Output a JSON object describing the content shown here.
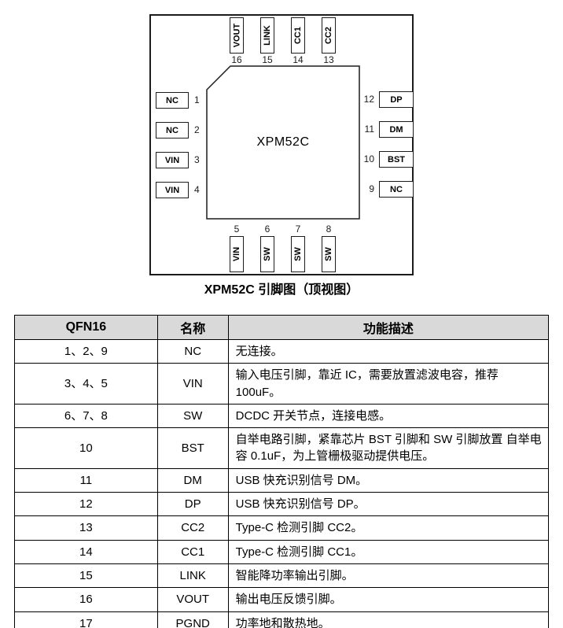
{
  "colors": {
    "table_header_bg": "#d9d9d9",
    "line": "#1c1c1c"
  },
  "diagram": {
    "chip_label": "XPM52C",
    "caption": "XPM52C 引脚图（顶视图）",
    "pins": {
      "top": [
        {
          "num": "16",
          "name": "VOUT"
        },
        {
          "num": "15",
          "name": "LINK"
        },
        {
          "num": "14",
          "name": "CC1"
        },
        {
          "num": "13",
          "name": "CC2"
        }
      ],
      "left": [
        {
          "num": "1",
          "name": "NC"
        },
        {
          "num": "2",
          "name": "NC"
        },
        {
          "num": "3",
          "name": "VIN"
        },
        {
          "num": "4",
          "name": "VIN"
        }
      ],
      "right": [
        {
          "num": "12",
          "name": "DP"
        },
        {
          "num": "11",
          "name": "DM"
        },
        {
          "num": "10",
          "name": "BST"
        },
        {
          "num": "9",
          "name": "NC"
        }
      ],
      "bottom": [
        {
          "num": "5",
          "name": "VIN"
        },
        {
          "num": "6",
          "name": "SW"
        },
        {
          "num": "7",
          "name": "SW"
        },
        {
          "num": "8",
          "name": "SW"
        }
      ]
    }
  },
  "table": {
    "headers": [
      "QFN16",
      "名称",
      "功能描述"
    ],
    "rows": [
      {
        "pins": "1、2、9",
        "name": "NC",
        "desc": "无连接。"
      },
      {
        "pins": "3、4、5",
        "name": "VIN",
        "desc": "输入电压引脚，靠近 IC，需要放置滤波电容，推荐 100uF。"
      },
      {
        "pins": "6、7、8",
        "name": "SW",
        "desc": "DCDC 开关节点，连接电感。"
      },
      {
        "pins": "10",
        "name": "BST",
        "desc": "自举电路引脚，紧靠芯片 BST 引脚和 SW 引脚放置 自举电容 0.1uF，为上管栅极驱动提供电压。"
      },
      {
        "pins": "11",
        "name": "DM",
        "desc": "USB 快充识别信号 DM。"
      },
      {
        "pins": "12",
        "name": "DP",
        "desc": "USB 快充识别信号 DP。"
      },
      {
        "pins": "13",
        "name": "CC2",
        "desc": "Type-C 检测引脚 CC2。"
      },
      {
        "pins": "14",
        "name": "CC1",
        "desc": "Type-C 检测引脚 CC1。"
      },
      {
        "pins": "15",
        "name": "LINK",
        "desc": "智能降功率输出引脚。"
      },
      {
        "pins": "16",
        "name": "VOUT",
        "desc": "输出电压反馈引脚。"
      },
      {
        "pins": "17",
        "name": "PGND",
        "desc": "功率地和散热地。"
      }
    ]
  }
}
